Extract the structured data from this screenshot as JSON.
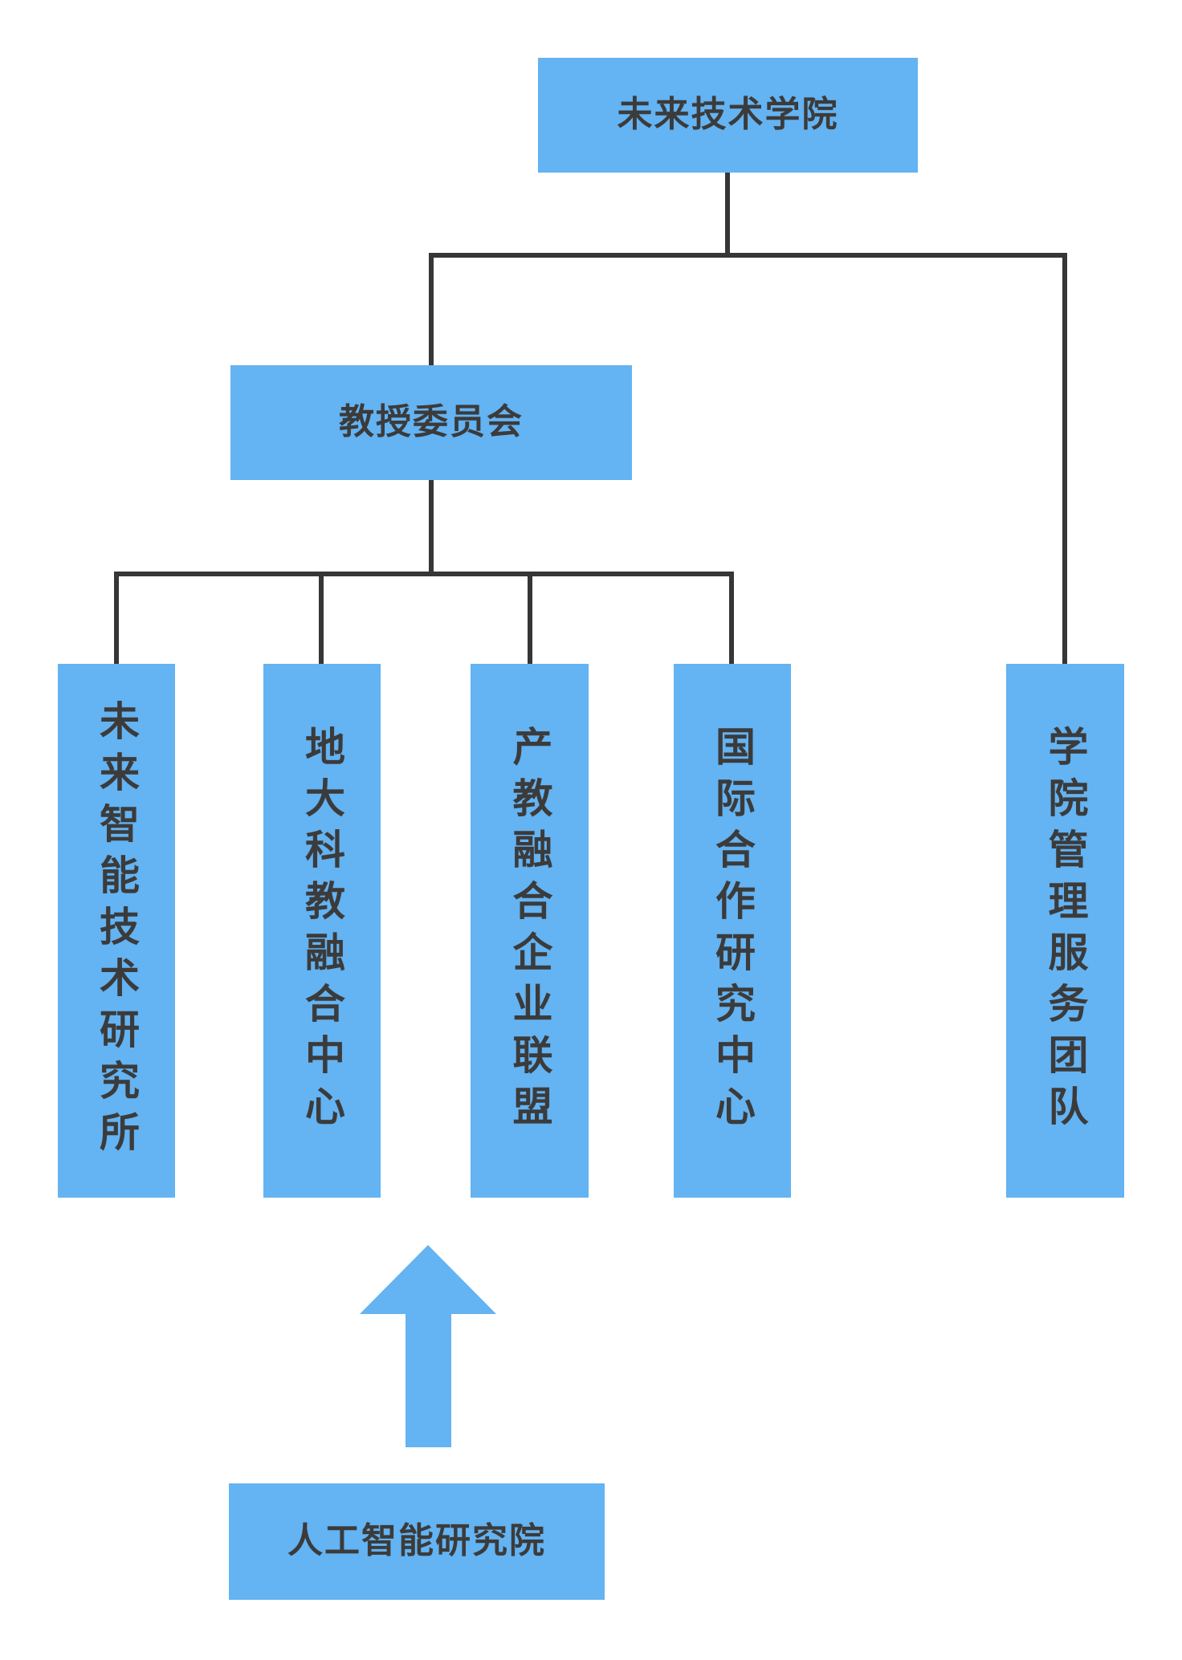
{
  "diagram": {
    "root": {
      "label": "未来技术学院"
    },
    "committee": {
      "label": "教授委员会"
    },
    "departments": [
      {
        "label": "未来智能技术研究所"
      },
      {
        "label": "地大科教融合中心"
      },
      {
        "label": "产教融合企业联盟"
      },
      {
        "label": "国际合作研究中心"
      },
      {
        "label": "学院管理服务团队"
      }
    ],
    "external": {
      "label": "人工智能研究院"
    },
    "external_relation": "up-arrow from 人工智能研究院 toward 产教融合企业联盟 column area"
  },
  "colors": {
    "node_fill": "#64b3f2",
    "connector": "#363636",
    "text": "#3b3b3b",
    "background": "#ffffff"
  },
  "icons": {
    "up_arrow": "solid blue upward block arrow"
  }
}
